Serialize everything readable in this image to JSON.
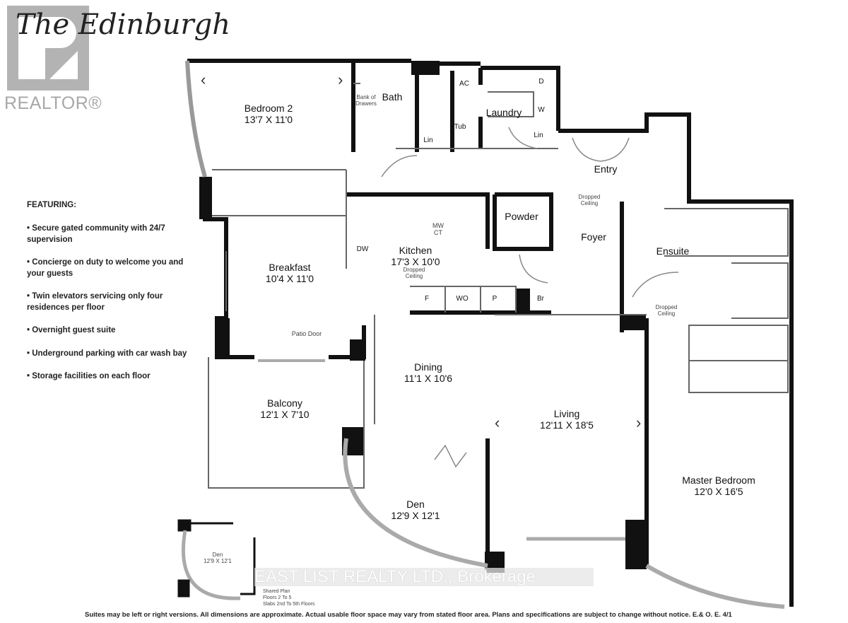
{
  "title": "The Edinburgh",
  "logo": {
    "text": "REALTOR®",
    "color": "#b3b3b3"
  },
  "features": {
    "heading": "FEATURING:",
    "items": [
      "• Secure gated community with 24/7 supervision",
      "• Concierge on duty to welcome you and your guests",
      "• Twin elevators servicing only four residences per floor",
      "• Overnight guest suite",
      "• Underground parking with car wash bay",
      "• Storage facilities on each floor"
    ]
  },
  "rooms": {
    "bedroom2": {
      "name": "Bedroom 2",
      "dim": "13'7 X 11'0"
    },
    "bath": {
      "name": "Bath"
    },
    "laundry": {
      "name": "Laundry"
    },
    "entry": {
      "name": "Entry"
    },
    "powder": {
      "name": "Powder"
    },
    "foyer": {
      "name": "Foyer"
    },
    "ensuite": {
      "name": "Ensuite"
    },
    "kitchen": {
      "name": "Kitchen",
      "dim": "17'3 X 10'0"
    },
    "breakfast": {
      "name": "Breakfast",
      "dim": "10'4 X 11'0"
    },
    "dining": {
      "name": "Dining",
      "dim": "11'1 X 10'6"
    },
    "living": {
      "name": "Living",
      "dim": "12'11 X 18'5"
    },
    "balcony": {
      "name": "Balcony",
      "dim": "12'1 X 7'10"
    },
    "den": {
      "name": "Den",
      "dim": "12'9 X 12'1"
    },
    "master": {
      "name": "Master Bedroom",
      "dim": "12'0 X 16'5"
    }
  },
  "fixtures": {
    "ac": "AC",
    "dryer": "D",
    "washer": "W",
    "tub": "Tub",
    "lin": "Lin",
    "bank_drawers": "Bank of Drawers",
    "dw": "DW",
    "mw": "MW",
    "ct": "CT",
    "fridge": "F",
    "wo": "WO",
    "pantry": "P",
    "broom": "Br",
    "dropped_ceiling": "Dropped Ceiling",
    "patio_door": "Patio Door"
  },
  "inset": {
    "name": "Den",
    "dim": "12'9 X 12'1",
    "note": [
      "Shared Plan",
      "Floors 2 To 5",
      "Slabs 2nd To 5th Floors"
    ]
  },
  "watermark": "EAST LIST REALTY LTD., Brokerage",
  "disclaimer": "Suites may be left or right versions.  All dimensions are approximate.  Actual usable floor space may vary from stated floor area.  Plans and specifications are subject to change without notice. E.& O. E. 4/1"
}
